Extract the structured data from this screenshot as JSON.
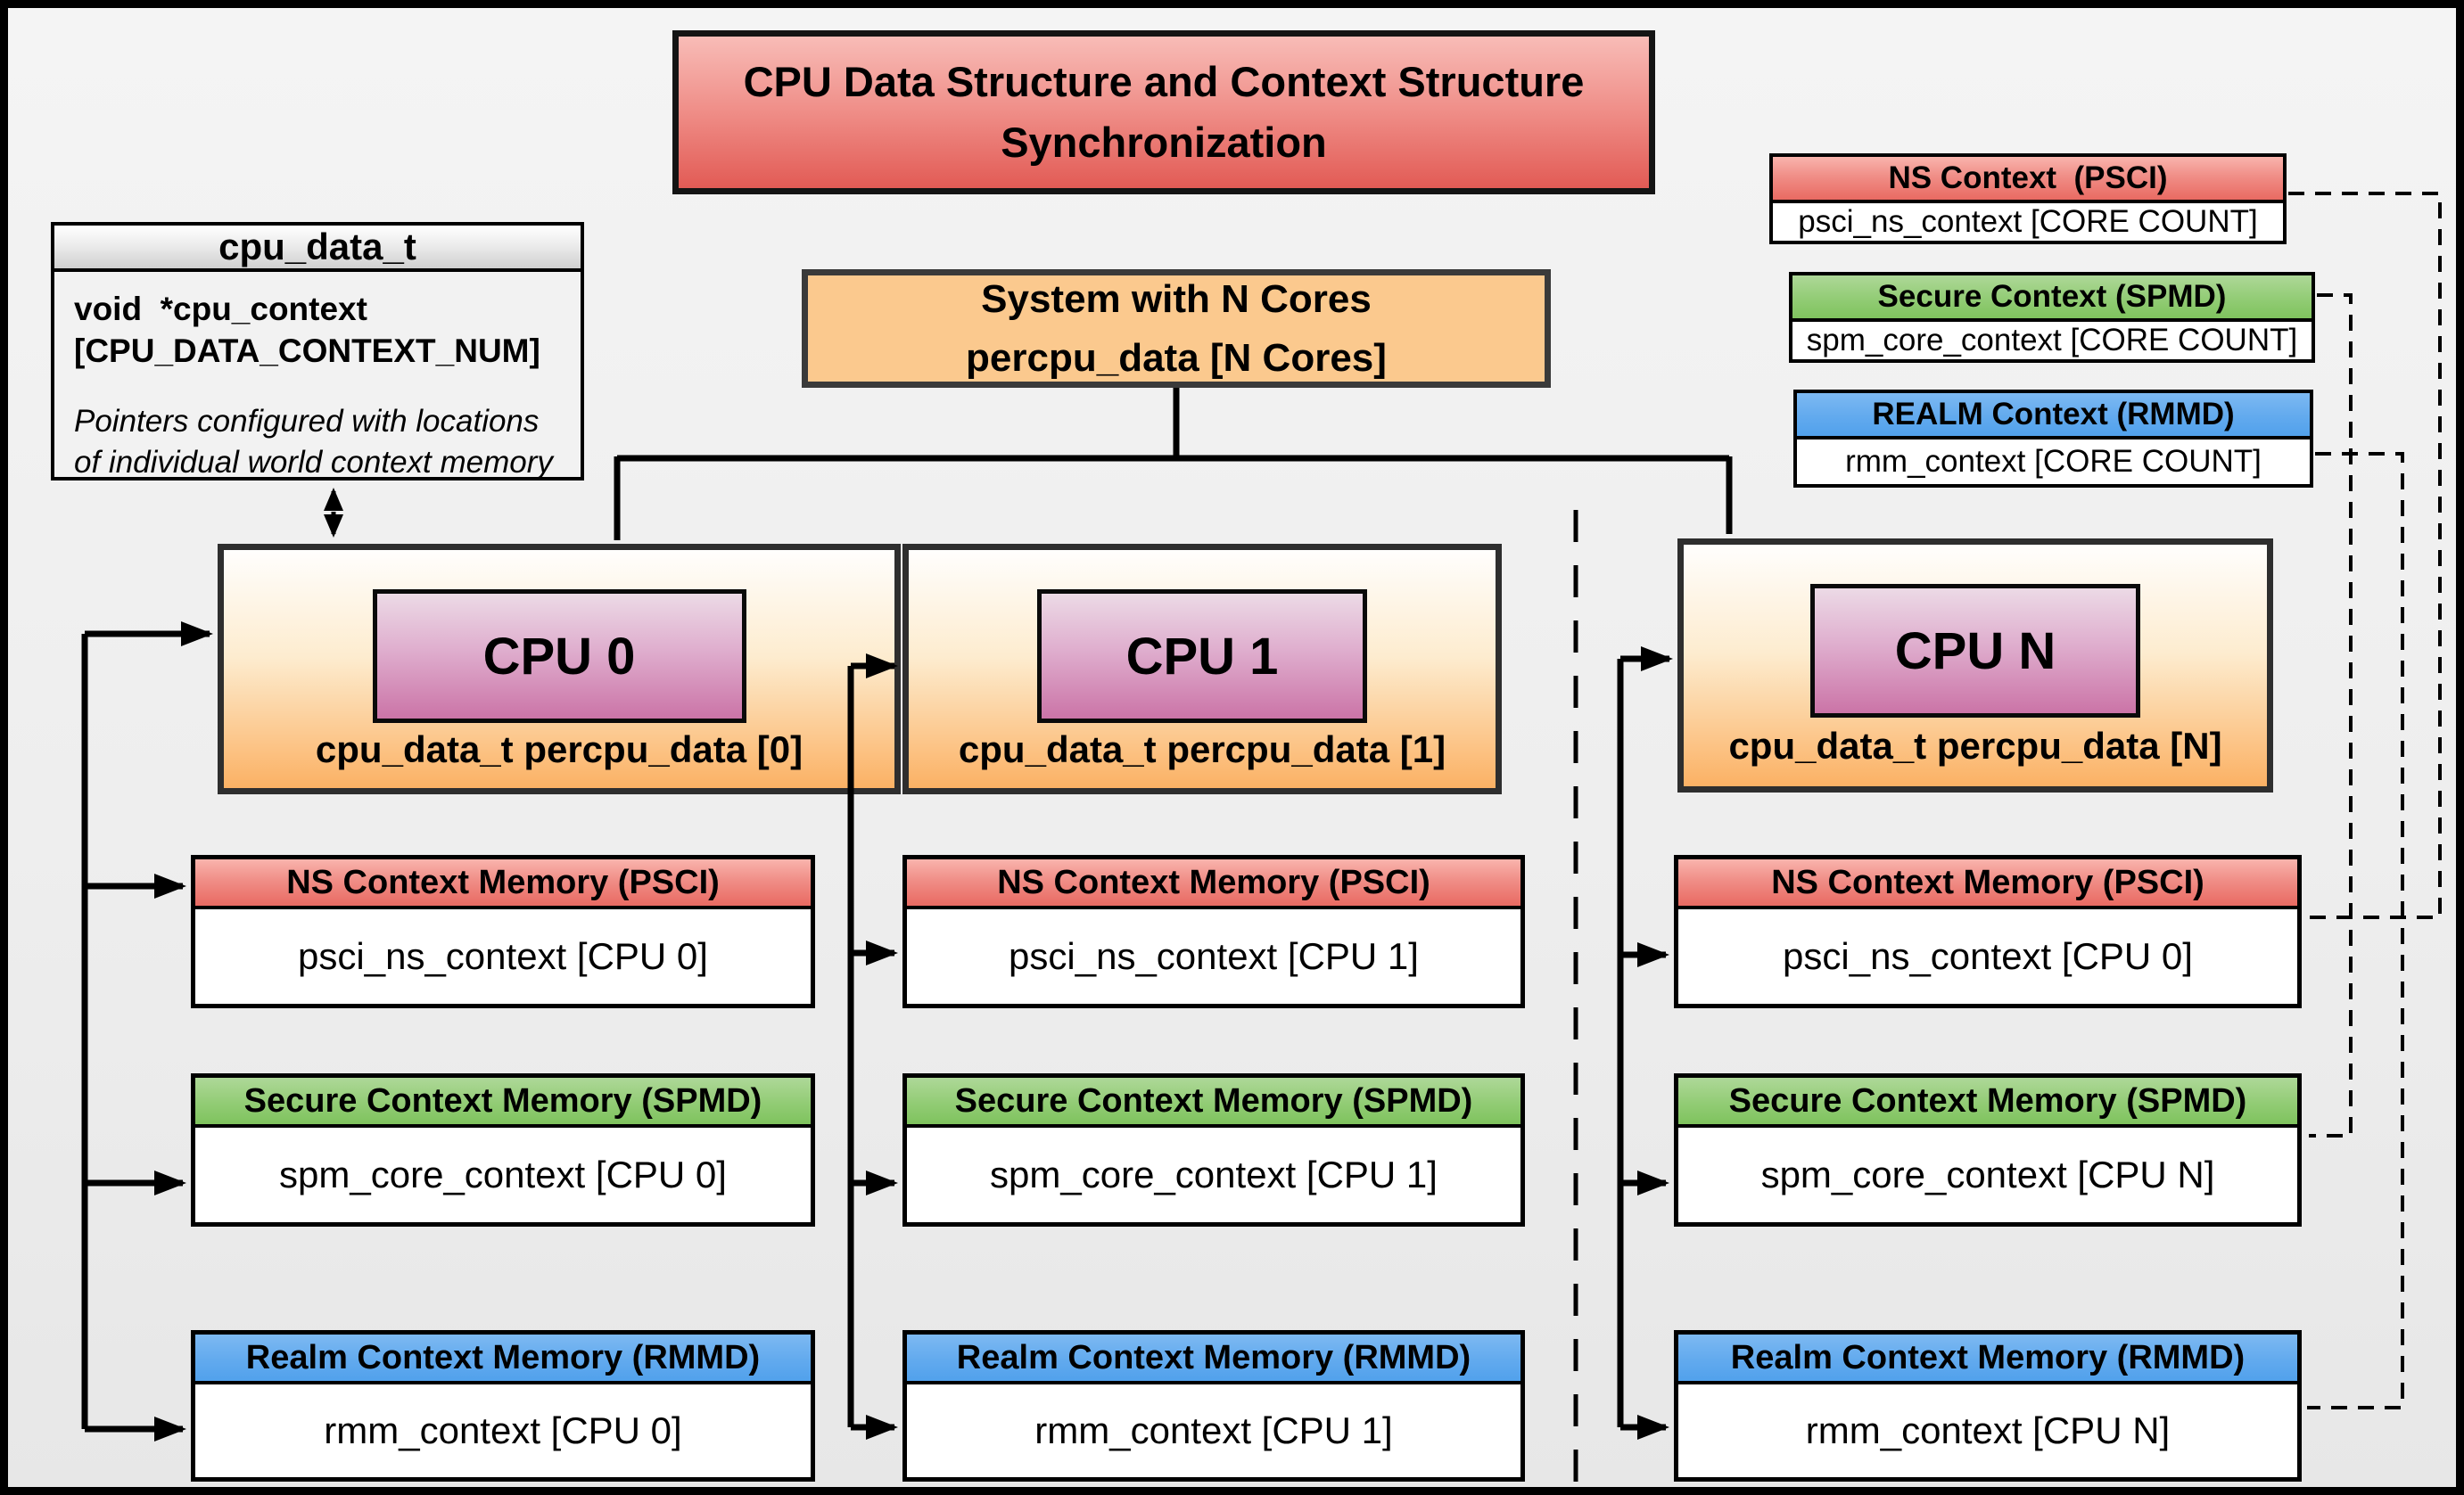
{
  "diagram_title": "CPU Data Structure and Context Structure\nSynchronization",
  "cpu_data_t_box": {
    "header": "cpu_data_t",
    "field": "void  *cpu_context\n[CPU_DATA_CONTEXT_NUM]",
    "note": "Pointers configured with locations\nof individual world context memory"
  },
  "system_box": {
    "line1": "System with N Cores",
    "line2": "percpu_data [N Cores]"
  },
  "legend": {
    "ns": {
      "header": "NS Context  (PSCI)",
      "body": "psci_ns_context [CORE COUNT]"
    },
    "secure": {
      "header": "Secure Context (SPMD)",
      "body": "spm_core_context [CORE COUNT]"
    },
    "realm": {
      "header": "REALM Context (RMMD)",
      "body": "rmm_context [CORE COUNT]"
    }
  },
  "cpus": [
    {
      "label": "CPU 0",
      "data": "cpu_data_t percpu_data [0]",
      "ns_header": "NS Context Memory (PSCI)",
      "ns_body": "psci_ns_context [CPU 0]",
      "secure_header": "Secure Context Memory (SPMD)",
      "secure_body": "spm_core_context [CPU 0]",
      "realm_header": "Realm Context Memory (RMMD)",
      "realm_body": "rmm_context [CPU 0]"
    },
    {
      "label": "CPU 1",
      "data": "cpu_data_t percpu_data [1]",
      "ns_header": "NS Context Memory (PSCI)",
      "ns_body": "psci_ns_context [CPU 1]",
      "secure_header": "Secure Context Memory (SPMD)",
      "secure_body": "spm_core_context [CPU 1]",
      "realm_header": "Realm Context Memory (RMMD)",
      "realm_body": "rmm_context [CPU 1]"
    },
    {
      "label": "CPU N",
      "data": "cpu_data_t percpu_data [N]",
      "ns_header": "NS Context Memory (PSCI)",
      "ns_body": "psci_ns_context [CPU 0]",
      "secure_header": "Secure Context Memory (SPMD)",
      "secure_body": "spm_core_context [CPU N]",
      "realm_header": "Realm Context Memory (RMMD)",
      "realm_body": "rmm_context [CPU N]"
    }
  ],
  "colors": {
    "title_red_top": "#f8bcb7",
    "title_red_bottom": "#e25b55",
    "system_orange": "#fbc98e",
    "cpu_box_orange_bottom": "#fbb164",
    "cpu_label_pink_bottom": "#cb74a7",
    "ns_header_red": "#e96a62",
    "secure_header_green": "#7fc35e",
    "realm_header_blue": "#51a1ec",
    "struct_gray": "#f2f2f2",
    "line_black": "#000000"
  }
}
